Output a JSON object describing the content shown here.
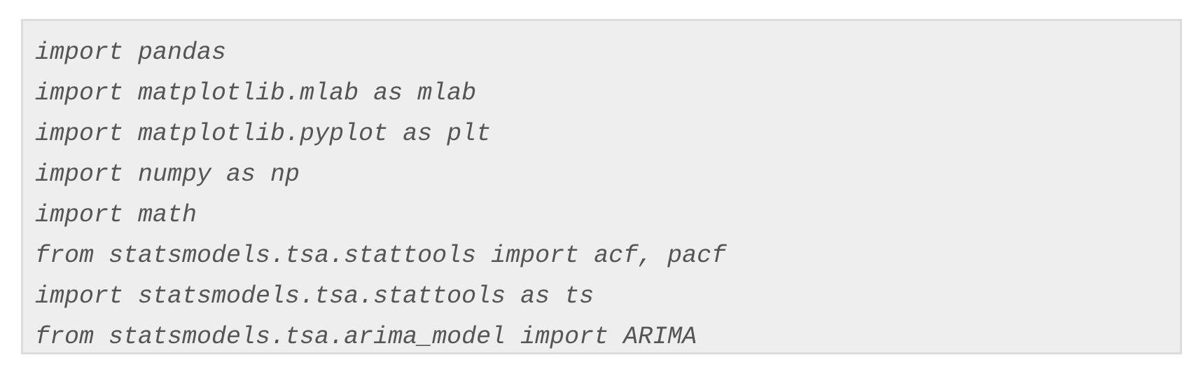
{
  "code": {
    "lines": [
      "import pandas",
      "import matplotlib.mlab as mlab",
      "import matplotlib.pyplot as plt",
      "import numpy as np",
      "import math",
      "from statsmodels.tsa.stattools import acf, pacf",
      "import statsmodels.tsa.stattools as ts",
      "from statsmodels.tsa.arima_model import ARIMA"
    ]
  },
  "colors": {
    "background": "#eeeeee",
    "border": "#dcdcdc",
    "text": "#555555"
  }
}
